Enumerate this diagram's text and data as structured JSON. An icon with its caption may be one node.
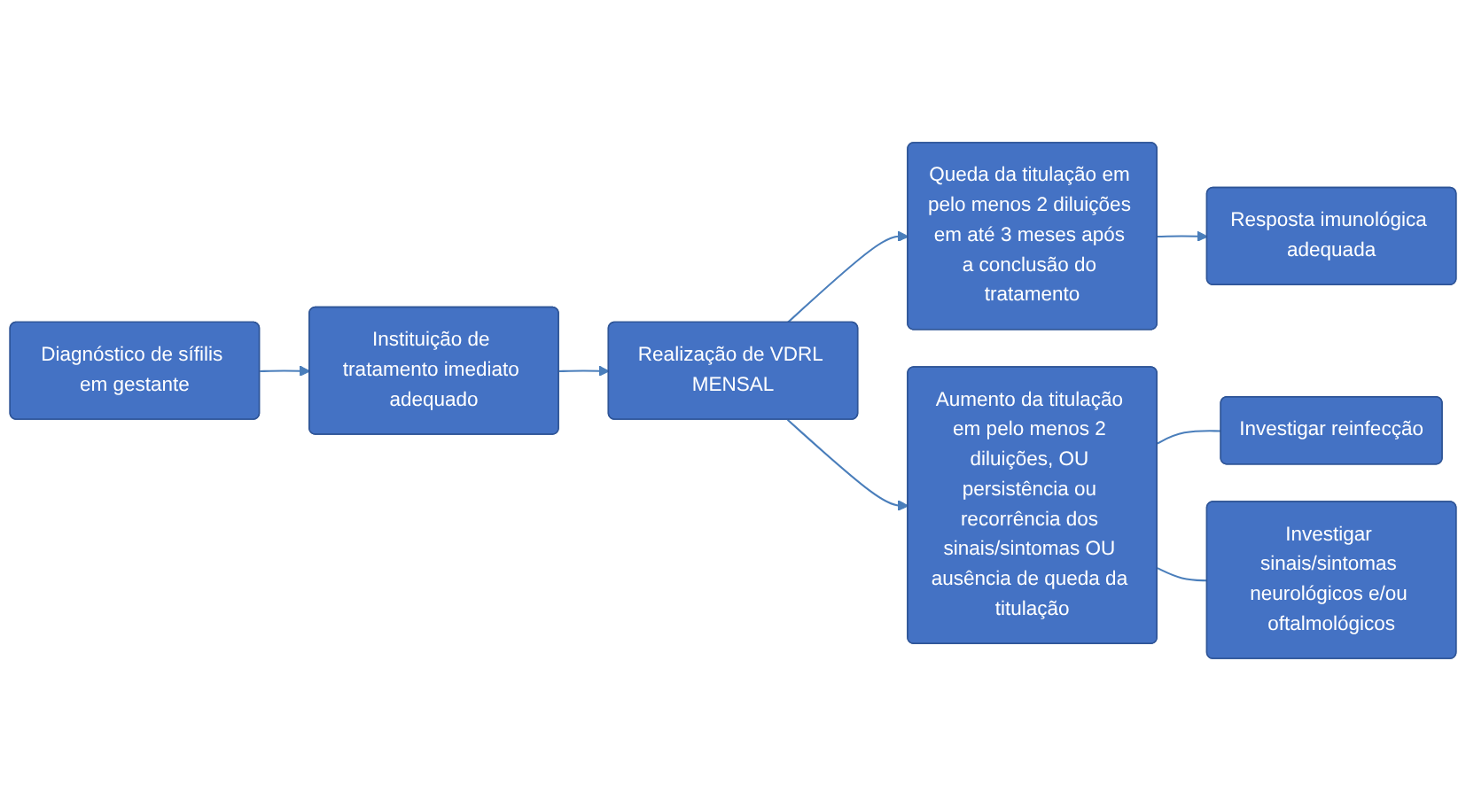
{
  "diagram": {
    "nodes": [
      {
        "text": [
          "Diagnóstico de sífilis em gestante"
        ]
      },
      {
        "text": [
          "Instituição de tratamento imediato adequado"
        ]
      },
      {
        "text": [
          "Realização de VDRL MENSAL"
        ]
      },
      {
        "text": [
          "Queda da titulação em pelo menos 2 diluições em até 3 meses após a conclusão do tratamento"
        ]
      },
      {
        "text": [
          "Resposta imunológica adequada"
        ]
      },
      {
        "text": [
          "Aumento da titulação em pelo menos 2 diluições, OU persistência ou recorrência dos sinais/sintomas OU ausência de queda da titulação"
        ]
      },
      {
        "text": [
          "Investigar reinfecção"
        ]
      },
      {
        "text": [
          "Investigar sinais/sintomas neurológicos e/ou oftalmológicos"
        ]
      }
    ],
    "edges": [
      {
        "from": 0,
        "to": 1,
        "arrow": "to"
      },
      {
        "from": 1,
        "to": 2,
        "arrow": "to"
      },
      {
        "from": 2,
        "to": 3,
        "arrow": "to"
      },
      {
        "from": 2,
        "to": 5,
        "arrow": "to"
      },
      {
        "from": 3,
        "to": 4,
        "arrow": "to"
      },
      {
        "from": 5,
        "to": 6,
        "arrow": "none"
      },
      {
        "from": 5,
        "to": 7,
        "arrow": "none"
      }
    ]
  }
}
